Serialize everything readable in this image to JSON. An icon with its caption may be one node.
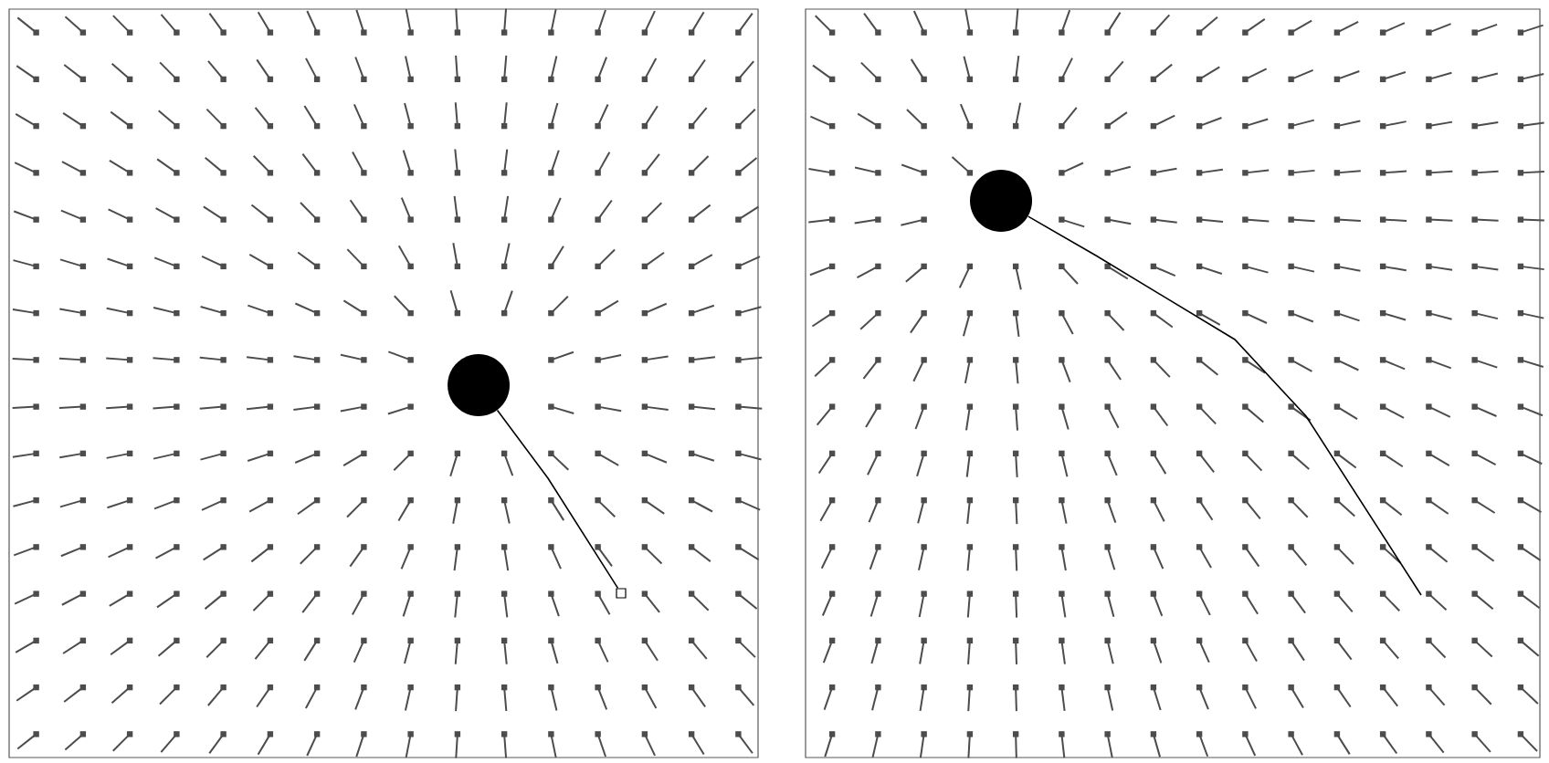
{
  "diagram": {
    "nodes": [
      {
        "text": [],
        "shape": "circle"
      },
      {
        "text": [],
        "shape": "box"
      },
      {
        "text": [],
        "shape": "circle"
      }
    ],
    "edges": [
      {
        "from": 1,
        "to": 0,
        "arrow": "none"
      },
      {
        "from": null,
        "to": 2,
        "arrow": "none"
      }
    ]
  }
}
